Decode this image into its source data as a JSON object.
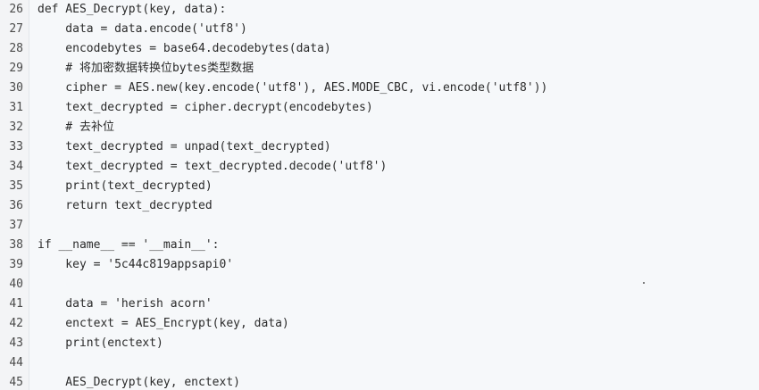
{
  "code": {
    "lines": [
      {
        "n": "26",
        "text": "def AES_Decrypt(key, data):"
      },
      {
        "n": "27",
        "text": "    data = data.encode('utf8')"
      },
      {
        "n": "28",
        "text": "    encodebytes = base64.decodebytes(data)"
      },
      {
        "n": "29",
        "text": "    # 将加密数据转换位bytes类型数据"
      },
      {
        "n": "30",
        "text": "    cipher = AES.new(key.encode('utf8'), AES.MODE_CBC, vi.encode('utf8'))"
      },
      {
        "n": "31",
        "text": "    text_decrypted = cipher.decrypt(encodebytes)"
      },
      {
        "n": "32",
        "text": "    # 去补位"
      },
      {
        "n": "33",
        "text": "    text_decrypted = unpad(text_decrypted)"
      },
      {
        "n": "34",
        "text": "    text_decrypted = text_decrypted.decode('utf8')"
      },
      {
        "n": "35",
        "text": "    print(text_decrypted)"
      },
      {
        "n": "36",
        "text": "    return text_decrypted"
      },
      {
        "n": "37",
        "text": ""
      },
      {
        "n": "38",
        "text": "if __name__ == '__main__':"
      },
      {
        "n": "39",
        "text": "    key = '5c44c819appsapi0'"
      },
      {
        "n": "40",
        "text": ""
      },
      {
        "n": "41",
        "text": "    data = 'herish acorn'"
      },
      {
        "n": "42",
        "text": "    enctext = AES_Encrypt(key, data)"
      },
      {
        "n": "43",
        "text": "    print(enctext)"
      },
      {
        "n": "44",
        "text": ""
      },
      {
        "n": "45",
        "text": "    AES_Decrypt(key, enctext)"
      }
    ]
  }
}
